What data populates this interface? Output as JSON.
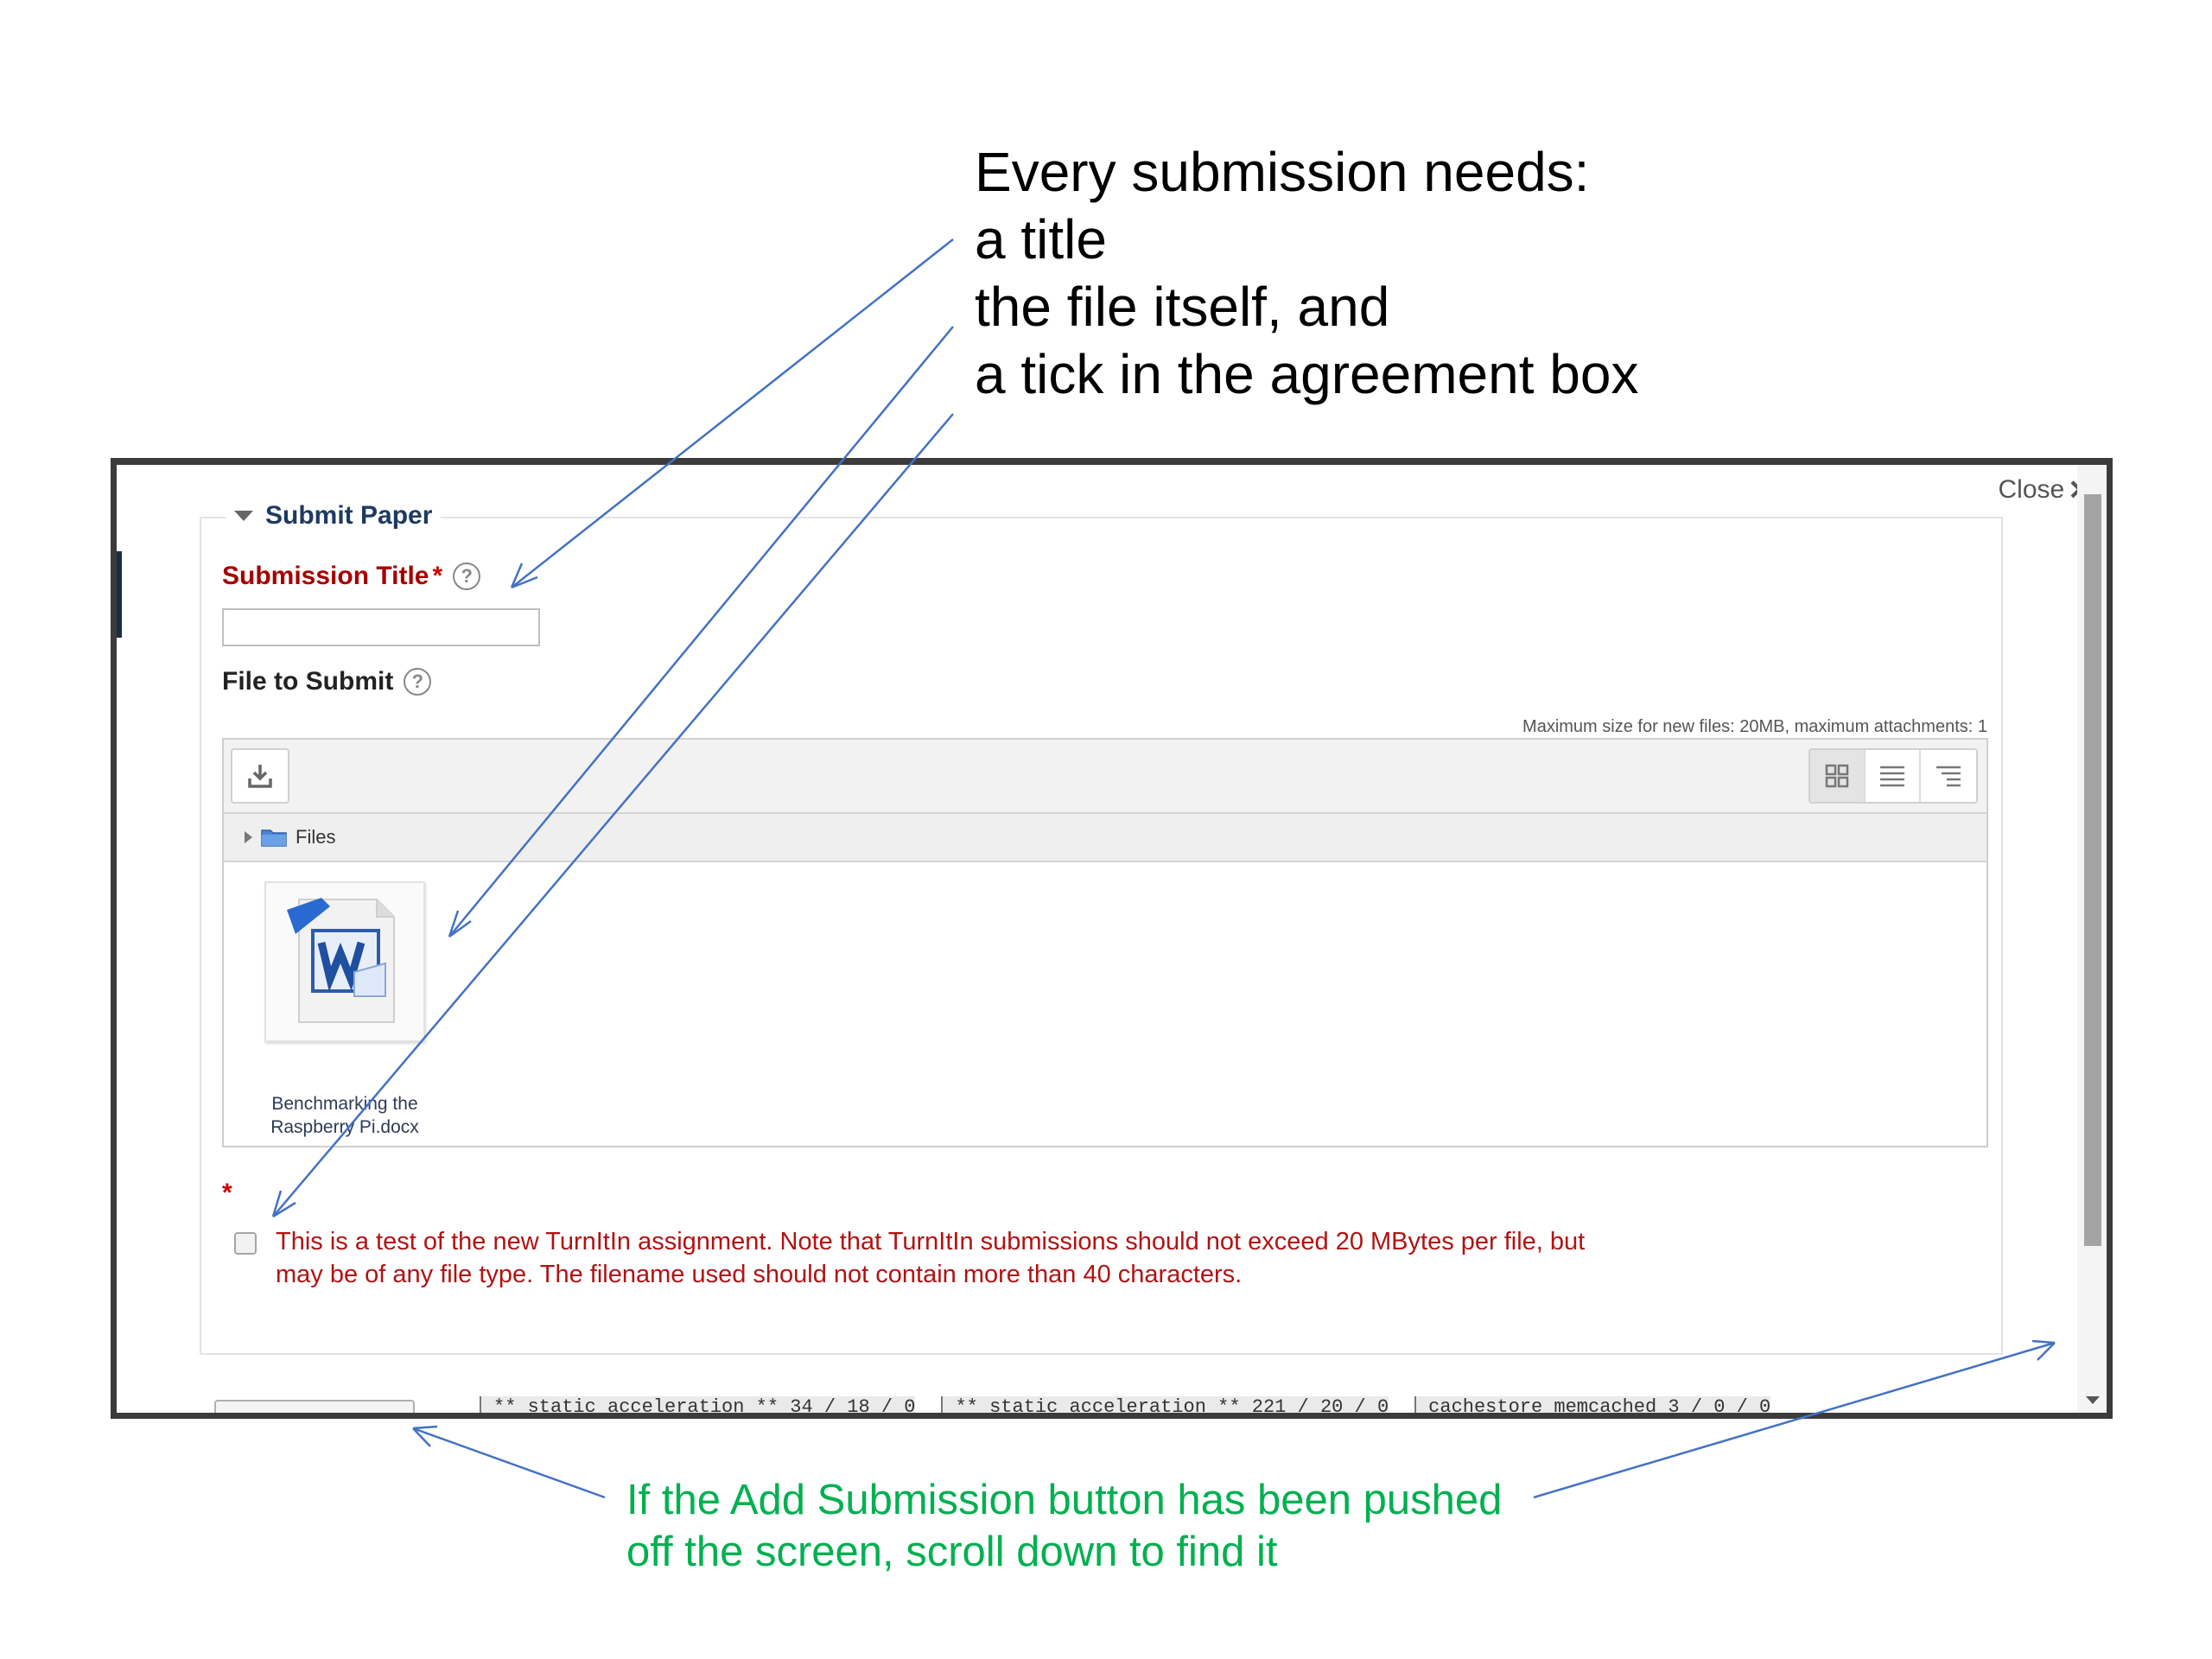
{
  "annotation_top": {
    "heading": "Every submission needs:",
    "items": [
      "a title",
      "the file itself, and",
      "a tick in the agreement box"
    ]
  },
  "annotation_bottom": {
    "line1": "If the Add Submission button has been pushed",
    "line2": "off the screen, scroll down to find it"
  },
  "dialog": {
    "close_label": "Close",
    "section_title": "Submit Paper",
    "submission_title_label": "Submission Title",
    "required_star": "*",
    "submission_title_value": "",
    "file_label": "File to Submit",
    "max_size_text": "Maximum size for new files: 20MB, maximum attachments: 1",
    "path_label": "Files",
    "file": {
      "name_line1": "Benchmarking the",
      "name_line2": "Raspberry Pi.docx",
      "icon": "word-document-icon"
    },
    "agreement_text": "This is a test of the new TurnItIn assignment.  Note that TurnItIn submissions should not exceed 20 MBytes per file, but may be of any file type. The filename used should not contain more than 40 characters.",
    "agreement_checked": false,
    "debug_items": [
      "** static acceleration ** 34 / 18 / 0",
      "** static acceleration ** 221 / 20 / 0",
      "cachestore_memcached 3 / 0 / 0"
    ]
  },
  "colors": {
    "annotation_arrow": "#4472c4",
    "bottom_note": "#00b050",
    "required_label": "#a50000",
    "agreement_text": "#b21212"
  }
}
